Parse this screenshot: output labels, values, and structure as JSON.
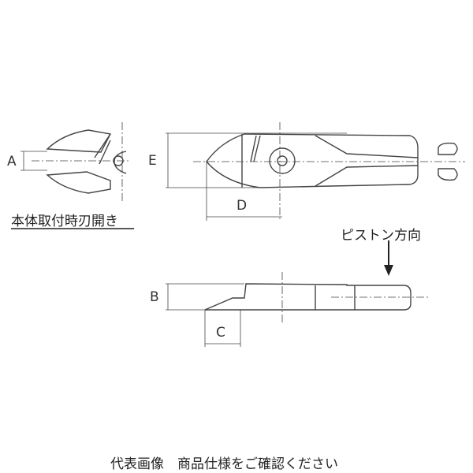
{
  "labels": {
    "a": "A",
    "b": "B",
    "c": "C",
    "d": "D",
    "e": "E"
  },
  "blade_opening_caption": "本体取付時刃開き",
  "piston_direction": "ピストン方向",
  "footer": "代表画像　商品仕様をご確認ください"
}
